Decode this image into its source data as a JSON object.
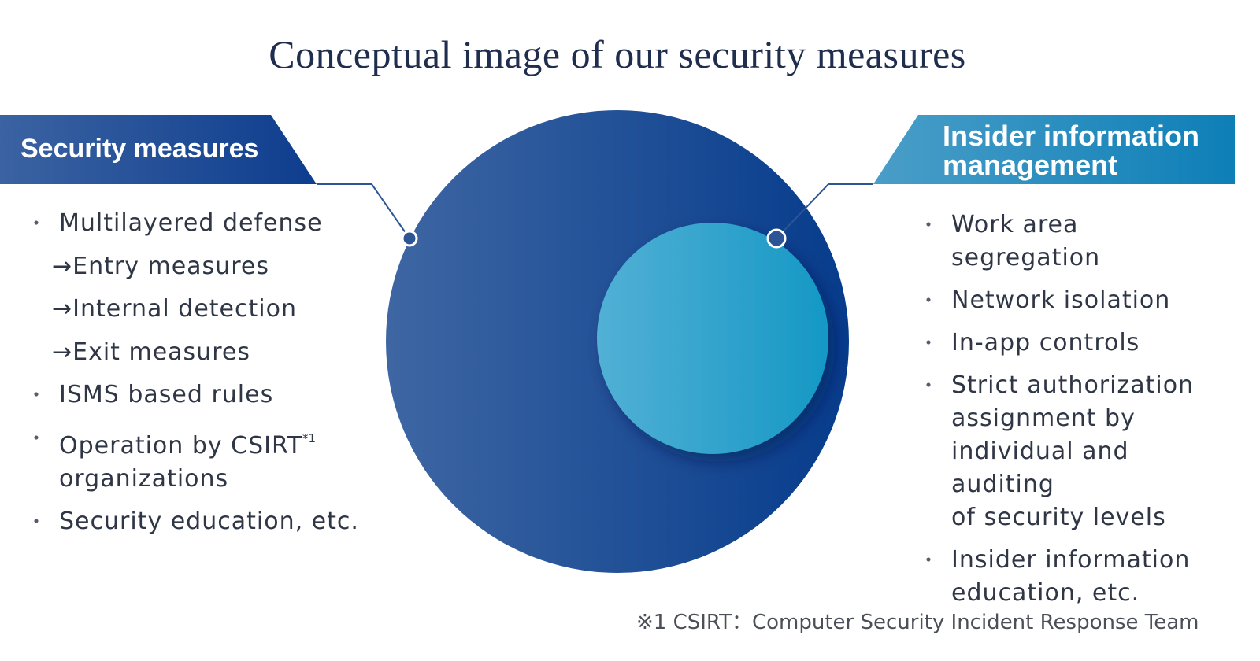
{
  "title": "Conceptual image of our security measures",
  "colors": {
    "outer_circle_start": "#3e66a3",
    "outer_circle_end": "#063c8c",
    "inner_circle_start": "#52b0d5",
    "inner_circle_end": "#1598c5",
    "left_banner": "#1e4a93",
    "right_banner": "#1c86b9",
    "connector": "#2d5596"
  },
  "left_panel": {
    "heading": "Security measures",
    "items": [
      {
        "type": "bullet",
        "text": "Multilayered defense"
      },
      {
        "type": "arrow",
        "text": "→Entry measures"
      },
      {
        "type": "arrow",
        "text": "→Internal detection"
      },
      {
        "type": "arrow",
        "text": "→Exit measures"
      },
      {
        "type": "bullet",
        "text": "ISMS based rules"
      },
      {
        "type": "bullet",
        "text": "Operation by CSIRT",
        "note": "*1",
        "text2": "organizations"
      },
      {
        "type": "bullet",
        "text": "Security education, etc."
      }
    ]
  },
  "right_panel": {
    "heading_line1": "Insider information",
    "heading_line2": "management",
    "items": [
      {
        "lines": [
          "Work area segregation"
        ]
      },
      {
        "lines": [
          "Network isolation"
        ]
      },
      {
        "lines": [
          "In-app controls"
        ]
      },
      {
        "lines": [
          "Strict authorization",
          "assignment by",
          "individual and auditing",
          "of security levels"
        ]
      },
      {
        "lines": [
          "Insider information",
          "education, etc."
        ]
      }
    ]
  },
  "footnote": "※1 CSIRT：Computer Security Incident Response Team"
}
